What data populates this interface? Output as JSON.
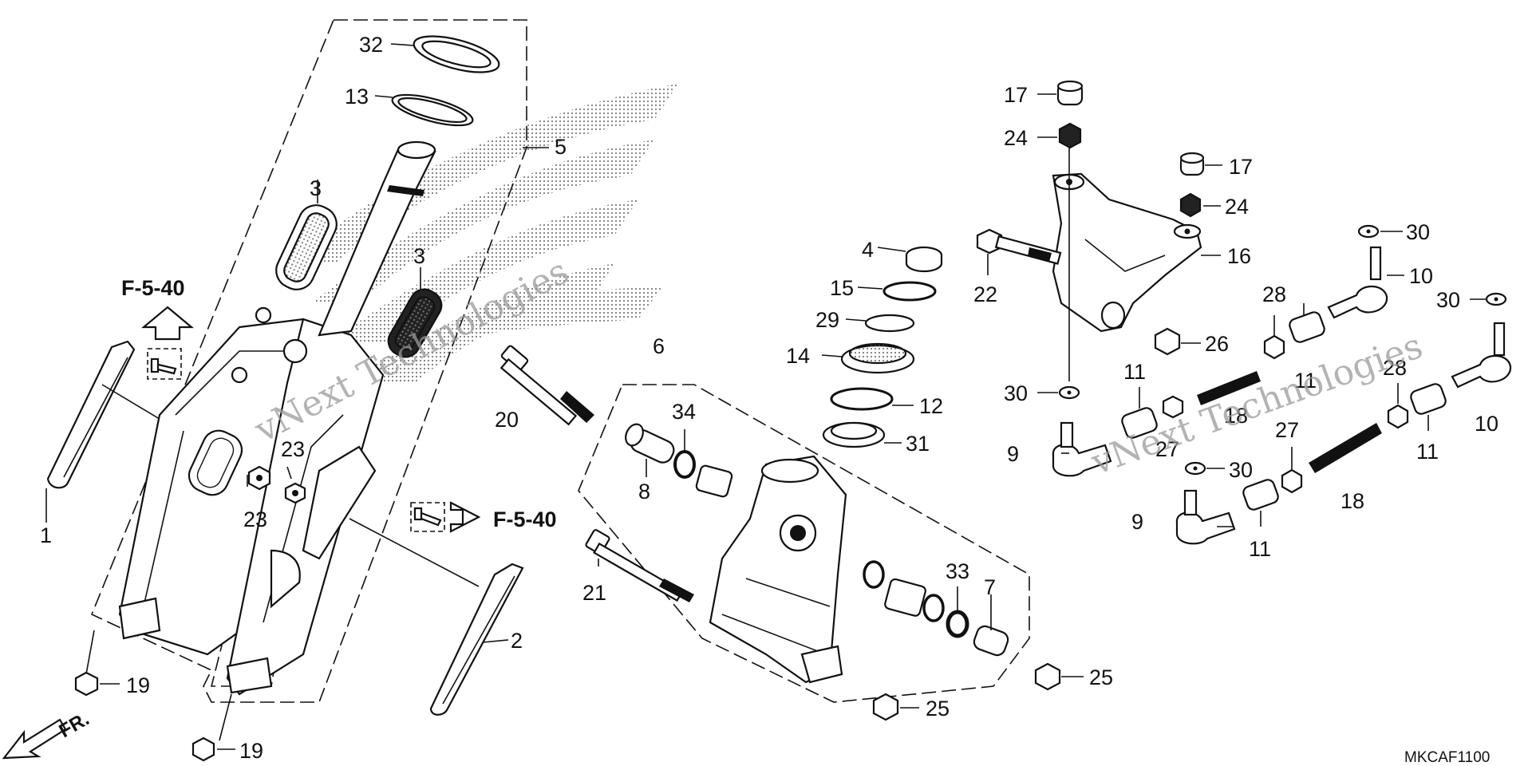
{
  "diagram": {
    "code": "MKCAF1100",
    "front_arrow_label": "FR.",
    "ref_left": "F-5-40",
    "ref_right": "F-5-40",
    "watermarks": [
      "vNext Technologies",
      "vNext Technologies"
    ],
    "callouts": {
      "p1": "1",
      "p2": "2",
      "p3a": "3",
      "p3b": "3",
      "p4": "4",
      "p5": "5",
      "p6": "6",
      "p7": "7",
      "p8": "8",
      "p9a": "9",
      "p9b": "9",
      "p10a": "10",
      "p10b": "10",
      "p11a": "11",
      "p11b": "11",
      "p11c": "11",
      "p11d": "11",
      "p12": "12",
      "p13": "13",
      "p14": "14",
      "p15": "15",
      "p16": "16",
      "p17a": "17",
      "p17b": "17",
      "p18a": "18",
      "p18b": "18",
      "p19a": "19",
      "p19b": "19",
      "p20": "20",
      "p21": "21",
      "p22": "22",
      "p23a": "23",
      "p23b": "23",
      "p24a": "24",
      "p24b": "24",
      "p25a": "25",
      "p25b": "25",
      "p26": "26",
      "p27a": "27",
      "p27b": "27",
      "p28a": "28",
      "p28b": "28",
      "p29": "29",
      "p30a": "30",
      "p30b": "30",
      "p30c": "30",
      "p30d": "30",
      "p31": "31",
      "p32": "32",
      "p33": "33",
      "p34": "34"
    }
  }
}
